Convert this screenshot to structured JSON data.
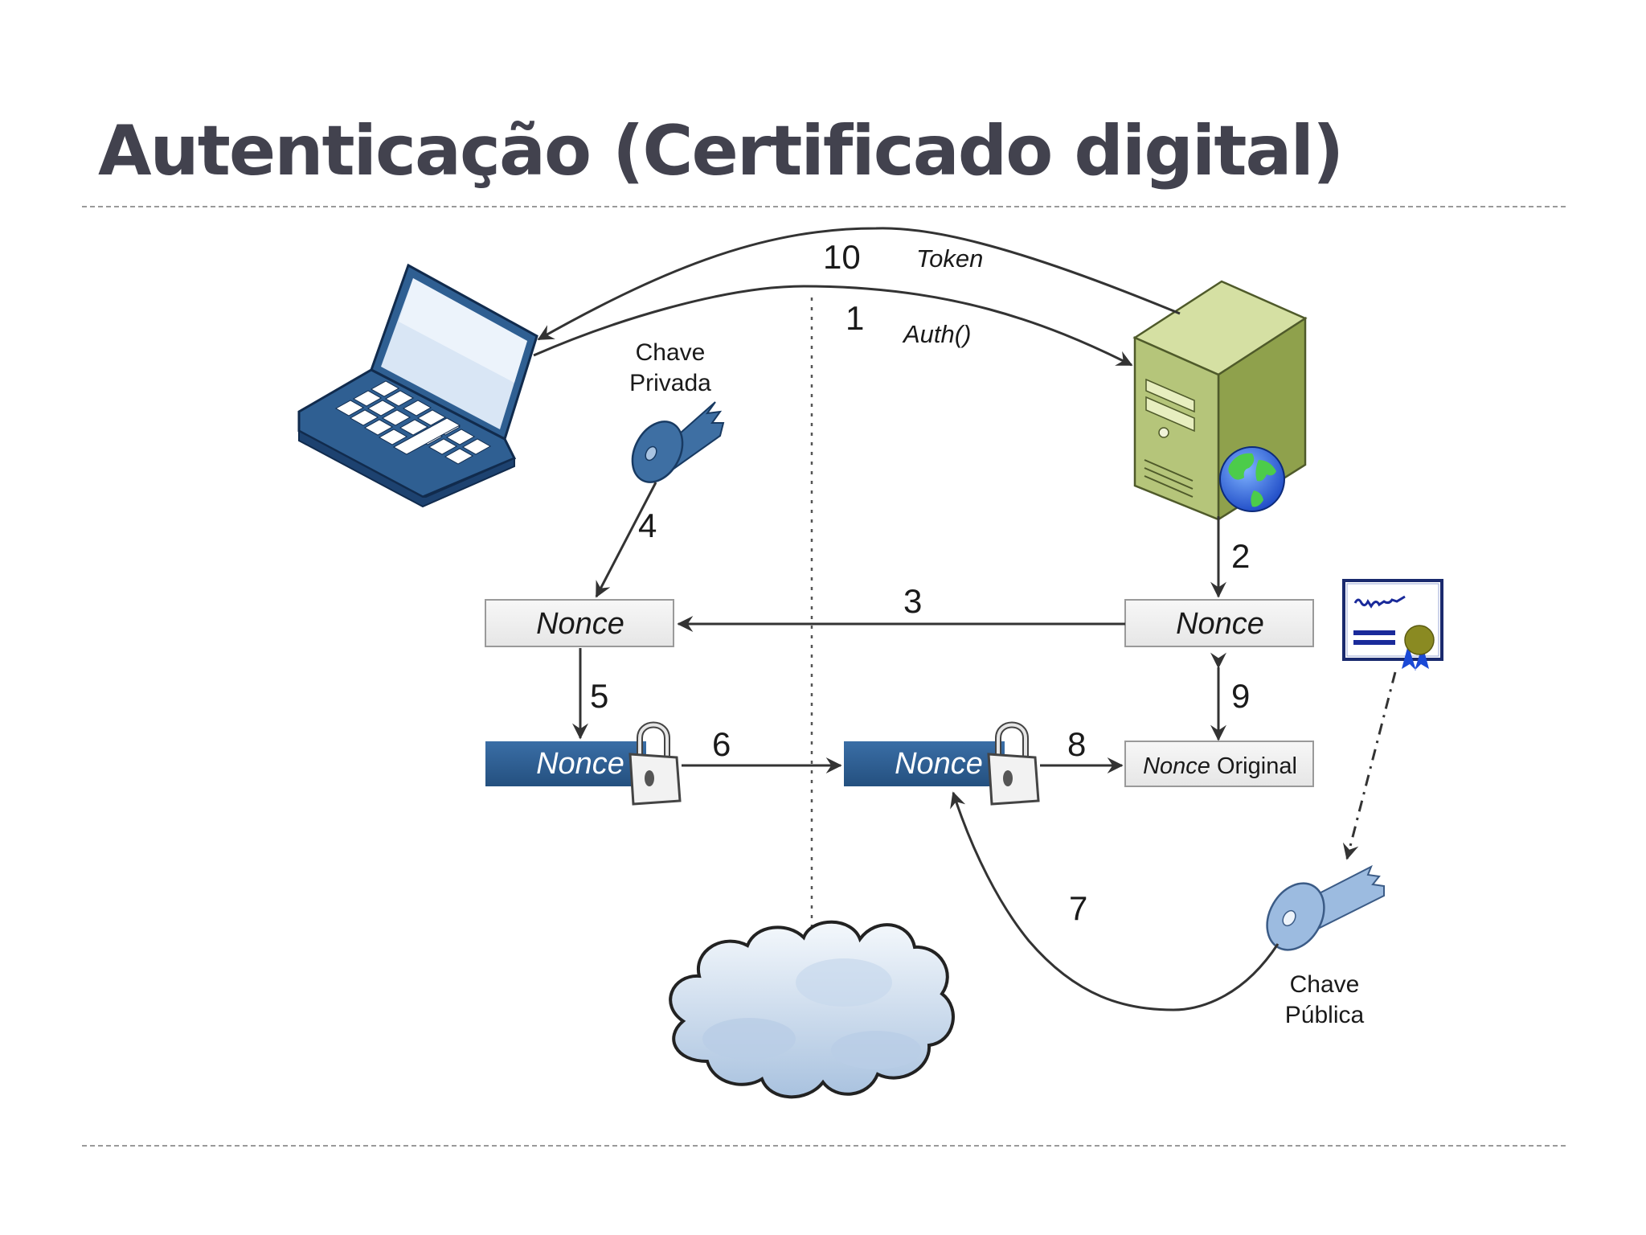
{
  "slide": {
    "title": "Autenticação (Certificado digital)"
  },
  "diagram": {
    "steps": {
      "s1": "1",
      "s2": "2",
      "s3": "3",
      "s4": "4",
      "s5": "5",
      "s6": "6",
      "s7": "7",
      "s8": "8",
      "s9": "9",
      "s10": "10"
    },
    "messages": {
      "token": "Token",
      "auth": "Auth()"
    },
    "keys": {
      "private_line1": "Chave",
      "private_line2": "Privada",
      "public_line1": "Chave",
      "public_line2": "Pública"
    },
    "boxes": {
      "nonce_client": "Nonce",
      "nonce_server": "Nonce",
      "nonce_encrypted_client": "Nonce",
      "nonce_encrypted_server": "Nonce",
      "nonce_original_italic": "Nonce",
      "nonce_original_rest": "Original"
    },
    "colors": {
      "encrypted_box": "#2e5f94",
      "plain_box": "#f1f1f1",
      "laptop": "#2f5f92",
      "server": "#b5c57a",
      "key_private": "#3e6fa3",
      "key_public": "#9cbbe0"
    }
  }
}
